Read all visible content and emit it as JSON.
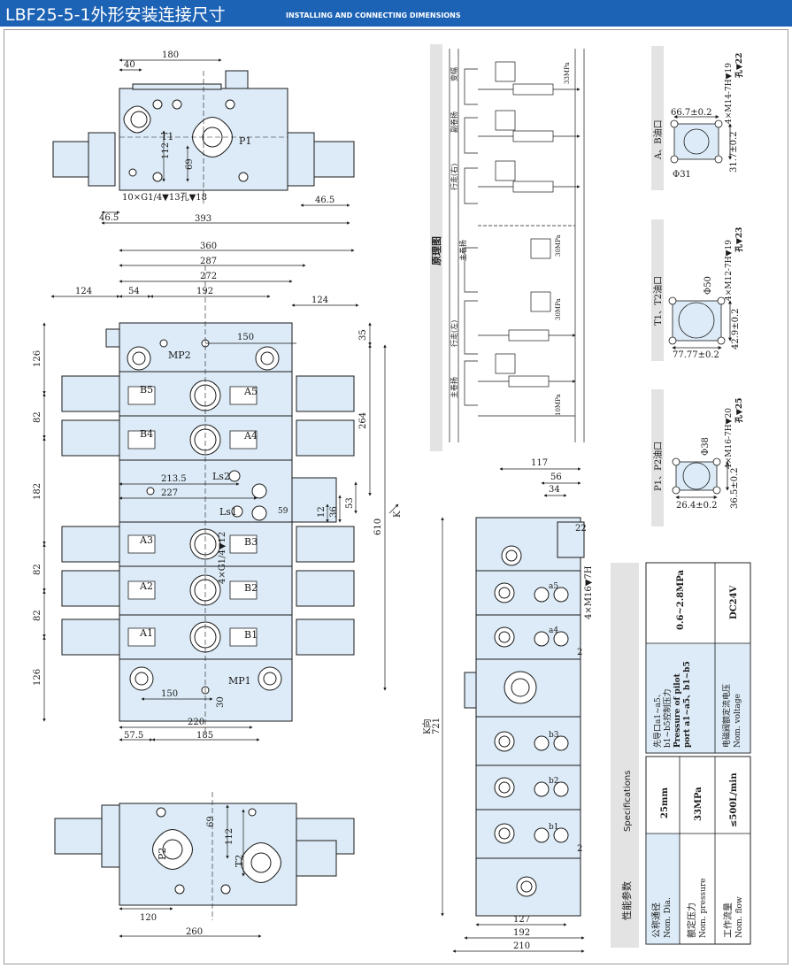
{
  "header": {
    "title": "LBF25-5-1外形安装连接尺寸",
    "subtitle": "INSTALLING AND CONNECTING DIMENSIONS"
  },
  "colors": {
    "header_bg": "#1d63b5",
    "block_fill": "#dcebf7",
    "band": "#e3e3e3",
    "line": "#1a1a1a"
  },
  "top_view": {
    "dims": {
      "d180": "180",
      "d40": "40",
      "d112": "112",
      "d69": "69",
      "d46_5_left": "46.5",
      "d46_5_right": "46.5",
      "d393": "393"
    },
    "labels": {
      "t1": "T1",
      "p1": "P1",
      "thread": "10×G1/4▼13孔▼18"
    }
  },
  "front_view": {
    "dims": {
      "d360": "360",
      "d287": "287",
      "d272": "272",
      "d124_left": "124",
      "d54": "54",
      "d192": "192",
      "d124_right": "124",
      "d150_top": "150",
      "d35": "35",
      "d264": "264",
      "d610": "610",
      "d126_top": "126",
      "d82_a": "82",
      "d182": "182",
      "d82_b": "82",
      "d82_c": "82",
      "d126_bot": "126",
      "d213_5": "213.5",
      "d227": "227",
      "d53": "53",
      "d59": "59",
      "d36": "36",
      "d12": "12",
      "d150_bot": "150",
      "d30": "30",
      "d220": "220",
      "d57_5": "57.5",
      "d185": "185"
    },
    "labels": {
      "mp2": "MP2",
      "mp1": "MP1",
      "b5": "B5",
      "a5": "A5",
      "b4": "B4",
      "a4": "A4",
      "ls2": "Ls2",
      "ls1": "Ls1",
      "a3": "A3",
      "b3": "B3",
      "a2": "A2",
      "b2": "B2",
      "a1": "A1",
      "b1": "B1",
      "thread": "4×G1/4▼12",
      "k": "K"
    }
  },
  "bottom_view": {
    "dims": {
      "d69": "69",
      "d112": "112",
      "d120": "120",
      "d260": "260"
    },
    "labels": {
      "p2": "P2",
      "t2": "T2"
    }
  },
  "schematic": {
    "title": "原理图",
    "sections": [
      "变幅",
      "副卷扬",
      "行走(右)",
      "主卷扬",
      "行走(左)",
      "主卷扬"
    ],
    "pressures": [
      "33MPa",
      "30MPa",
      "30MPa",
      "10MPa"
    ]
  },
  "side_view": {
    "dims": {
      "d117": "117",
      "d56": "56",
      "d34": "34",
      "d22": "22",
      "d721": "721",
      "d127": "127",
      "d192": "192",
      "d210": "210",
      "d2a": "2",
      "d2b": "2"
    },
    "labels": {
      "a5": "a5",
      "a4": "a4",
      "b3": "b3",
      "b2": "b2",
      "b1": "b1",
      "thread": "4×M16▼7H",
      "k_dir": "K向"
    }
  },
  "port_details": [
    {
      "title": "A、B油口",
      "dim1": "66.7±0.2",
      "dim2": "31.7±0.2",
      "dia": "Φ31",
      "thread": "4×M14-7H▼19",
      "hole": "孔▼22"
    },
    {
      "title": "T1、T2油口",
      "dim1": "77.77±0.2",
      "dim2": "42.9±0.2",
      "dia": "Φ50",
      "thread": "4×M12-7H▼19",
      "hole": "孔▼23"
    },
    {
      "title": "P1、P2油口",
      "dim1": "26.4±0.2",
      "dim2": "36.5±0.2",
      "dia": "Φ38",
      "thread": "4×M16-7H▼20",
      "hole": "孔▼25"
    }
  ],
  "specs": {
    "band_title": "性能参数",
    "band_title_en": "Specifications",
    "rows": [
      {
        "cn": "公称通径",
        "en": "Nom. Dia.",
        "value": "25mm"
      },
      {
        "cn": "额定压力",
        "en": "Nom. pressure",
        "value": "33MPa"
      },
      {
        "cn": "工作流量",
        "en": "Nom. flow",
        "value": "≤500L/min"
      }
    ],
    "rows2": [
      {
        "cn1": "先导口a1~a5、",
        "cn2": "b1~b5控制压力",
        "en1": "Pressure of pilot",
        "en2": "port a1~a5、b1~b5",
        "value": "0.6~2.8MPa"
      },
      {
        "cn1": "电磁阀额定流电压",
        "cn2": "",
        "en1": "Nom. voltage",
        "en2": "",
        "value": "DC24V"
      }
    ]
  }
}
